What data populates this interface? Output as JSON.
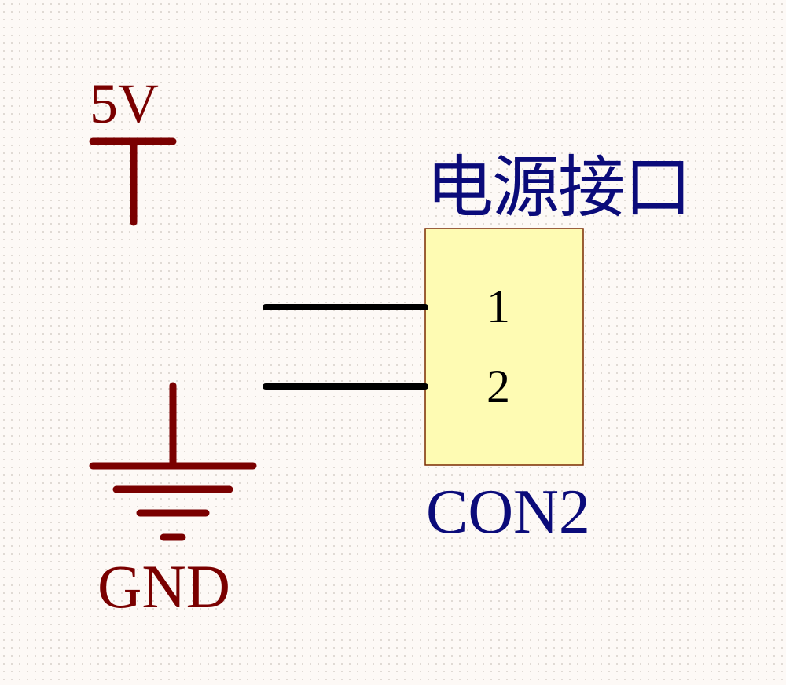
{
  "power_port": {
    "net_label": "5V",
    "symbol": "power-bar",
    "color": "#7a0000"
  },
  "ground_port": {
    "net_label": "GND",
    "symbol": "ground",
    "color": "#7a0000"
  },
  "connector": {
    "description": "电源接口",
    "designator": "CON2",
    "body_fill": "#fefbb3",
    "body_stroke": "#7a2a00",
    "text_color": "#0b0b7a",
    "pins": [
      {
        "number": "1"
      },
      {
        "number": "2"
      }
    ]
  },
  "wire_color": "#000000",
  "sheet_background": "#fdf9f6"
}
